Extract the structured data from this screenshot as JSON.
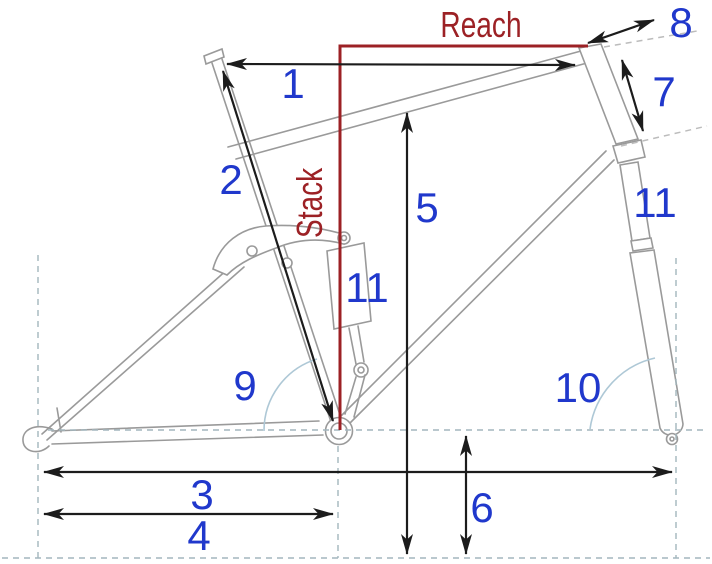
{
  "diagram": {
    "reach_label": "Reach",
    "stack_label": "Stack",
    "measures": {
      "m1": "1",
      "m2": "2",
      "m3": "3",
      "m4": "4",
      "m5": "5",
      "m6": "6",
      "m7": "7",
      "m8": "8",
      "m9": "9",
      "m10": "10",
      "m11_shock": "11",
      "m11_fork": "11"
    },
    "colors": {
      "dimension_red": "#9c2125",
      "label_blue": "#2038cc",
      "frame_gray": "#9a9a9a",
      "arrow_black": "#1c1c1c",
      "guide_dash": "#a3b6bd",
      "headtube_guide": "#bcbcbc",
      "angle_arc": "#aec8d6",
      "background": "#ffffff"
    }
  }
}
